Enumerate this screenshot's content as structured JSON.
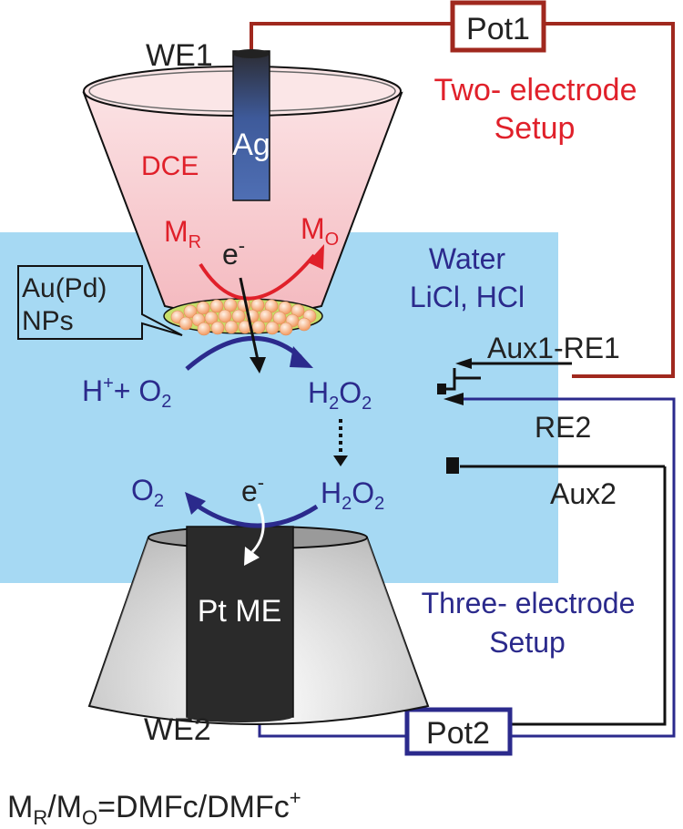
{
  "labels": {
    "we1": "WE1",
    "we2": "WE2",
    "pot1": "Pot1",
    "pot2": "Pot2",
    "two_electrode": "Two- electrode",
    "two_electrode_2": "Setup",
    "three_electrode": "Three- electrode",
    "three_electrode_2": "Setup",
    "dce": "DCE",
    "ag": "Ag",
    "water": "Water",
    "electrolyte": "LiCl, HCl",
    "np_line1": "Au(Pd)",
    "np_line2": "NPs",
    "aux1_re1": "Aux1-RE1",
    "re2": "RE2",
    "aux2": "Aux2",
    "pt_me": "Pt ME"
  },
  "species": {
    "m": "M",
    "sub_r": "R",
    "sub_o": "O",
    "e": "e",
    "minus": "-",
    "h": "H",
    "plus": "+",
    "plus_sep": "+ O",
    "o": "O",
    "two": "2",
    "h2o2_h": "H",
    "h2o2_o": "O"
  },
  "footer": {
    "m": "M",
    "sub_r": "R",
    "slash_m": "/M",
    "sub_o": "O",
    "rest": "=DMFc/DMFc",
    "sup": "+"
  },
  "colors": {
    "red_wire": "#a0281e",
    "blue_wire": "#2b2a8c",
    "water": "#a6d9f3",
    "dce": "#f9d6d9"
  },
  "icons": [
    "ag-electrode",
    "pt-microelectrode",
    "nanoparticle-layer",
    "reaction-arrow"
  ]
}
